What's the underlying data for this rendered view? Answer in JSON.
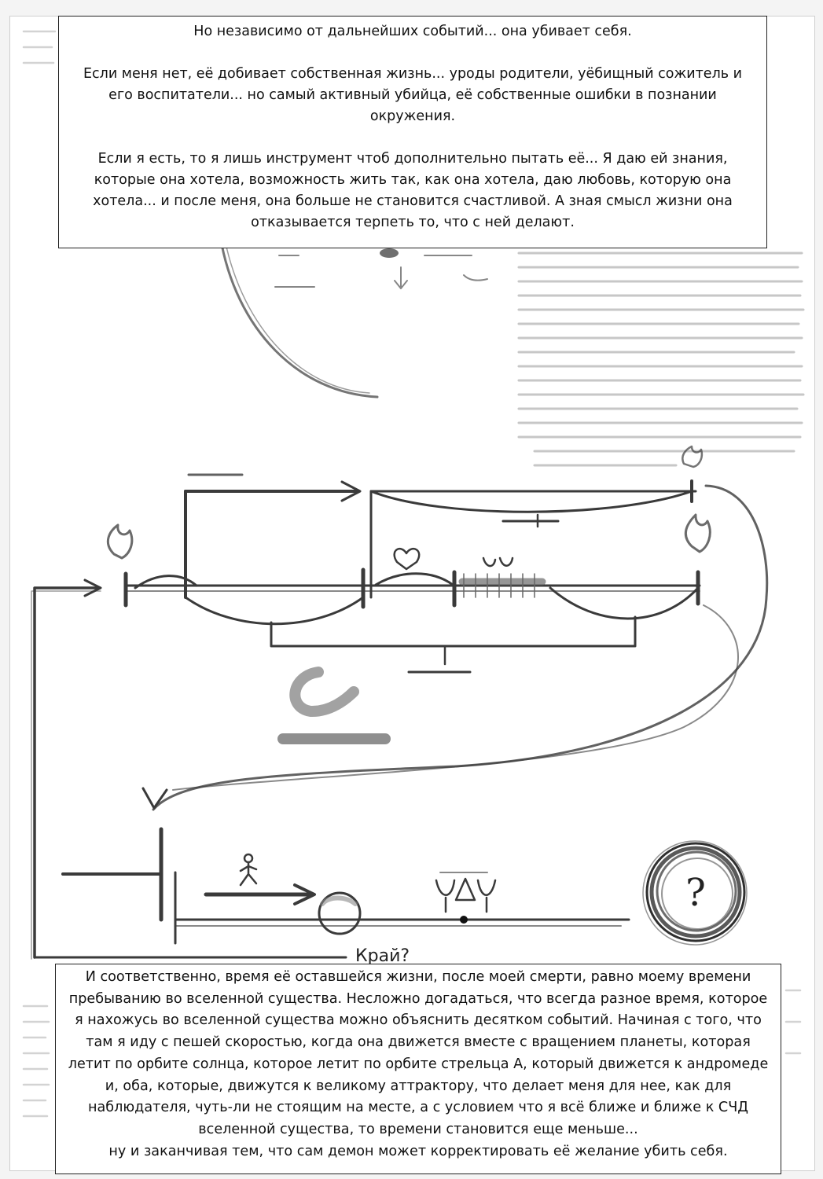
{
  "caption_top": {
    "line1": "Но независимо от дальнейших событий... она убивает себя.",
    "para2": "Если меня нет, её добивает собственная жизнь... уроды родители, уёбищный сожитель и его воспитатели... но самый активный убийца, её собственные ошибки в познании окружения.",
    "para3": "Если я есть, то я лишь инструмент чтоб дополнительно пытать её... Я даю ей знания, которые она хотела, возможность жить так, как она хотела, даю любовь, которую она хотела... и после меня, она больше не становится счастливой. А зная смысл жизни она отказывается терпеть то, что с ней делают."
  },
  "caption_bottom": {
    "para1": "И соответственно, время её оставшейся жизни, после моей смерти, равно моему времени пребыванию во вселенной существа. Несложно догадаться, что всегда разное время, которое я нахожусь во вселенной существа можно объяснить десятком событий. Начиная с того, что там я иду с пешей скоростью, когда она движется вместе с вращением планеты, которая летит по орбите солнца, которое летит по орбите стрельца А, который движется к андромеде и, оба, которые, движутся к великому аттрактору, что делает меня для нее, как для наблюдателя, чуть-ли не стоящим на месте, а с условием что я всё ближе и ближе к СЧД вселенной существа, то времени становится еще меньше...",
    "para2": "ну и заканчивая тем, что сам демон может корректировать её желание убить себя."
  },
  "sketch": {
    "question_mark": "?",
    "end_label": "Край?"
  },
  "colors": {
    "pencil": "#3a3a3a",
    "paper": "#ffffff",
    "ink": "#111111"
  }
}
